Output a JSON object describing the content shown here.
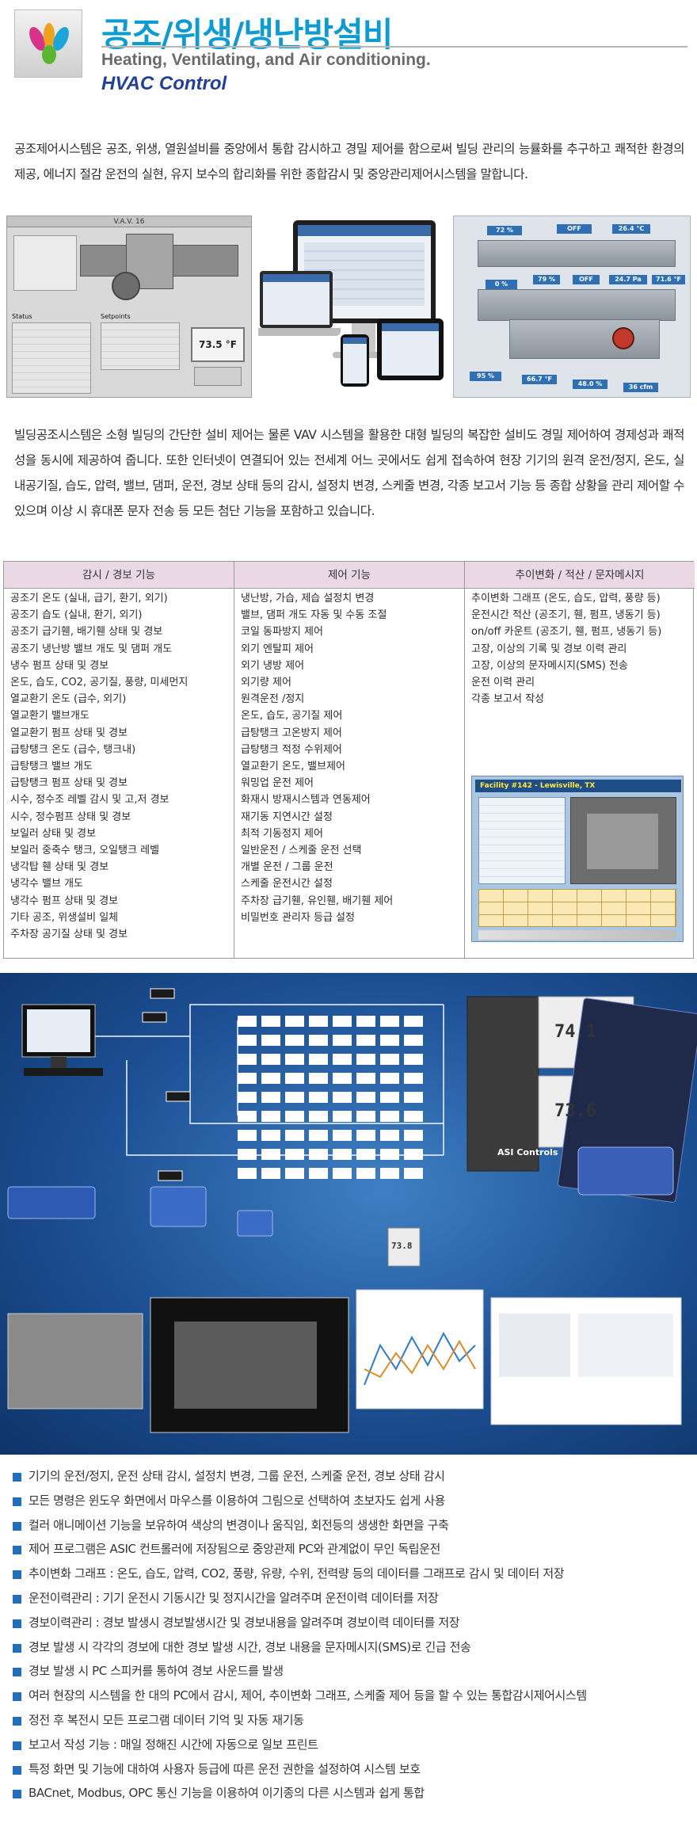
{
  "header": {
    "title": "공조/위생/냉난방설비",
    "subtitle": "Heating, Ventilating, and Air conditioning.",
    "subtitle2": "HVAC Control"
  },
  "intro": "공조제어시스템은 공조, 위생, 열원설비를 중앙에서 통합 감시하고 경밀 제어를 함으로써 빌딩 관리의 능률화를 추구하고 쾌적한 환경의 제공, 에너지 절감 운전의 실현, 유지 보수의 합리화를 위한 종합감시 및 중앙관리제어시스템을 말합니다.",
  "images": {
    "vav_panel": {
      "title": "V.A.V. 16",
      "status_label": "Status",
      "setpoints_label": "Setpoints",
      "temp_display": "73.5 °F"
    },
    "ahu_readings": [
      "72 %",
      "OFF",
      "26.4 °C",
      "0 %",
      "79 %",
      "OFF",
      "24.7 Pa",
      "71.6 °F",
      "95 %",
      "66.7 °F",
      "48.0 %",
      "36 cfm"
    ]
  },
  "para2": "빌딩공조시스템은 소형 빌딩의 간단한 설비 제어는 물론 VAV 시스템을 활용한 대형 빌딩의 복잡한 설비도 경밀 제어하여 경제성과 쾌적성을 동시에 제공하여 줍니다. 또한 인터넷이 연결되어 있는 전세계 어느 곳에서도 쉽게 접속하여 현장 기기의 원격 운전/정지, 온도, 실내공기질, 습도, 압력, 밸브, 댐퍼, 운전, 경보 상태 등의 감시, 설정치 변경, 스케줄 변경, 각종 보고서 기능 등 종합 상황을 관리 제어할 수 있으며 이상 시 휴대폰 문자 전송 등 모든 첨단 기능을 포함하고 있습니다.",
  "table": {
    "headers": [
      "감시 / 경보 기능",
      "제어 기능",
      "추이변화 / 적산 / 문자메시지"
    ],
    "col1": [
      "공조기 온도 (실내, 급기, 환기, 외기)",
      "공조기 습도 (실내, 환기, 외기)",
      "공조기 급기휀, 배기휀 상태 및 경보",
      "공조기 냉난방 밸브 개도 및 댐퍼 개도",
      "냉수 펌프 상태 및 경보",
      "온도, 습도, CO2, 공기질, 풍량, 미세먼지",
      "열교환기 온도 (급수, 외기)",
      "열교환기 밸브개도",
      "열교환기 펌프 상태 및 경보",
      "급탕탱크 온도 (급수, 탱크내)",
      "급탕탱크 밸브 개도",
      "급탕탱크 펌프 상태 및 경보",
      "시수, 정수조 레벨 감시 및 고,저 경보",
      "시수, 정수펌프 상태 및 경보",
      "보일러 상태 및 경보",
      "보일러 중축수 탱크, 오일탱크 레벨",
      "냉각탑 휀 상태 및 경보",
      "냉각수 밸브 개도",
      "냉각수 펌프 상태 및 경보",
      "기타 공조, 위생설비 일체",
      "주차장 공기질 상태 및 경보"
    ],
    "col2": [
      "냉난방, 가습, 제습 설정치 변경",
      "밸브, 댐퍼 개도 자동 및 수동 조절",
      "코일 동파방지 제어",
      "외기 엔탈피 제어",
      "외기 냉방 제어",
      "외기량 제어",
      "원격운전 /정지",
      "온도, 습도, 공기질 제어",
      "급탕탱크 고온방지 제어",
      "급탕탱크 적정 수위제어",
      "열교환기 온도, 밸브제어",
      "워밍업 운전 제어",
      "화재시 방재시스템과 연동제어",
      "재기동 지연시간 설정",
      "최적 기동정지 제어",
      "일반운전 / 스케줄 운전 선택",
      "개별 운전 / 그룹 운전",
      "스케줄 운전시간 설정",
      "주차장 급기휀, 유인휀, 배기휀 제어",
      "비밀번호 관리자 등급 설정"
    ],
    "col3": [
      "추이변화 그래프 (온도, 습도, 압력, 풍량 등)",
      "운전시간 적산 (공조기, 휀, 펌프, 냉동기 등)",
      "on/off 카운트 (공조기, 휀, 펌프, 냉동기 등)",
      "고장, 이상의 기록 및 경보 이력 관리",
      "고장, 이상의 문자메시지(SMS) 전송",
      "운전 이력 관리",
      "각종 보고서 작성"
    ],
    "facility_title": "Facility #142 - Lewisville, TX"
  },
  "diagram": {
    "brand": "ASI Controls",
    "therm1": "74.1",
    "therm2": "73.6",
    "therm3": "73.8"
  },
  "bullets": [
    "기기의 운전/정지, 운전 상태 감시, 설정치 변경, 그룹 운전, 스케줄 운전, 경보 상태 감시",
    "모든 명령은 윈도우 화면에서 마우스를 이용하여 그림으로 선택하여 초보자도 쉽게 사용",
    "컬러 애니메이션 기능을 보유하여 색상의 변경이나 움직임, 회전등의 생생한 화면을 구축",
    "제어 프로그램은 ASIC 컨트롤러에 저장됨으로 중앙관제 PC와 관계없이 무인 독립운전",
    "추이변화 그래프 : 온도, 습도, 압력, CO2, 풍량, 유량, 수위, 전력량 등의 데이터를 그래프로 감시 및 데이터 저장",
    "운전이력관리 : 기기 운전시 기동시간 및 정지시간을 알려주며 운전이력 데이터를 저장",
    "경보이력관리 : 경보 발생시 경보발생시간 및 경보내용을 알려주며 경보이력 데이터를 저장",
    "경보 발생 시 각각의 경보에 대한 경보 발생 시간, 경보 내용을  문자메시지(SMS)로 긴급 전송",
    "경보 발생 시 PC 스피커를 통하여 경보 사운드를 발생",
    "여러 현장의 시스템을 한 대의 PC에서 감시, 제어, 추이변화 그래프, 스케줄 제어 등을 할 수 있는  통합감시제어시스템",
    "정전 후 복전시 모든 프로그램 데이터 기억 및 자동 재기동",
    "보고서 작성 기능 : 매일 정해진 시간에 자동으로 일보 프린트",
    "특정 화면 및 기능에 대하여 사용자 등급에 따른 운전 권한을 설정하여 시스템 보호",
    "BACnet, Modbus, OPC 통신 기능을 이용하여 이기종의 다른 시스템과 쉽게 통합"
  ]
}
